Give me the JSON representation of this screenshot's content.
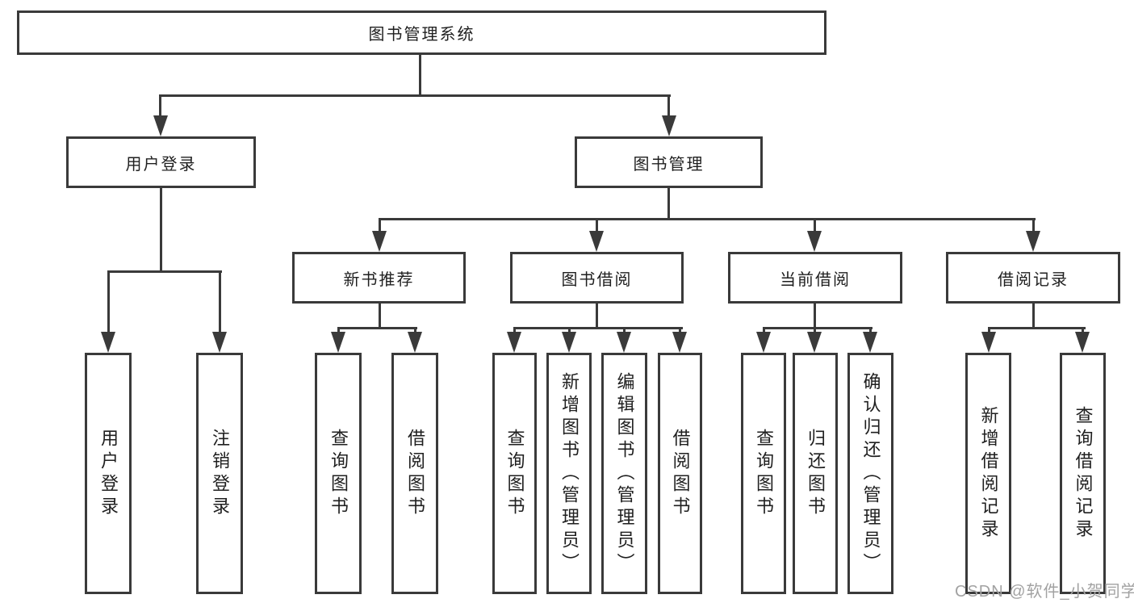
{
  "diagram": {
    "root": {
      "label": "图书管理系统"
    },
    "level2": {
      "user_login": {
        "label": "用户登录"
      },
      "book_mgmt": {
        "label": "图书管理"
      }
    },
    "level3": {
      "new_book_rec": {
        "label": "新书推荐"
      },
      "book_borrow": {
        "label": "图书借阅"
      },
      "current_borrow": {
        "label": "当前借阅"
      },
      "borrow_record": {
        "label": "借阅记录"
      }
    },
    "leaves": {
      "user_login_1": {
        "label": "用户登录"
      },
      "user_login_2": {
        "label": "注销登录"
      },
      "new_rec_1": {
        "label": "查询图书"
      },
      "new_rec_2": {
        "label": "借阅图书"
      },
      "borrow_1": {
        "label": "查询图书"
      },
      "borrow_2": {
        "label": "新增图书（管理员）"
      },
      "borrow_3": {
        "label": "编辑图书（管理员）"
      },
      "borrow_4": {
        "label": "借阅图书"
      },
      "current_1": {
        "label": "查询图书"
      },
      "current_2": {
        "label": "归还图书"
      },
      "current_3": {
        "label": "确认归还（管理员）"
      },
      "record_1": {
        "label": "新增借阅记录"
      },
      "record_2": {
        "label": "查询借阅记录"
      }
    },
    "watermark": "CSDN @软件_小贺同学",
    "colors": {
      "line": "#3a3a3a",
      "text": "#1f1f1f",
      "background": "#ffffff",
      "watermark": "#a2a2a2"
    }
  }
}
